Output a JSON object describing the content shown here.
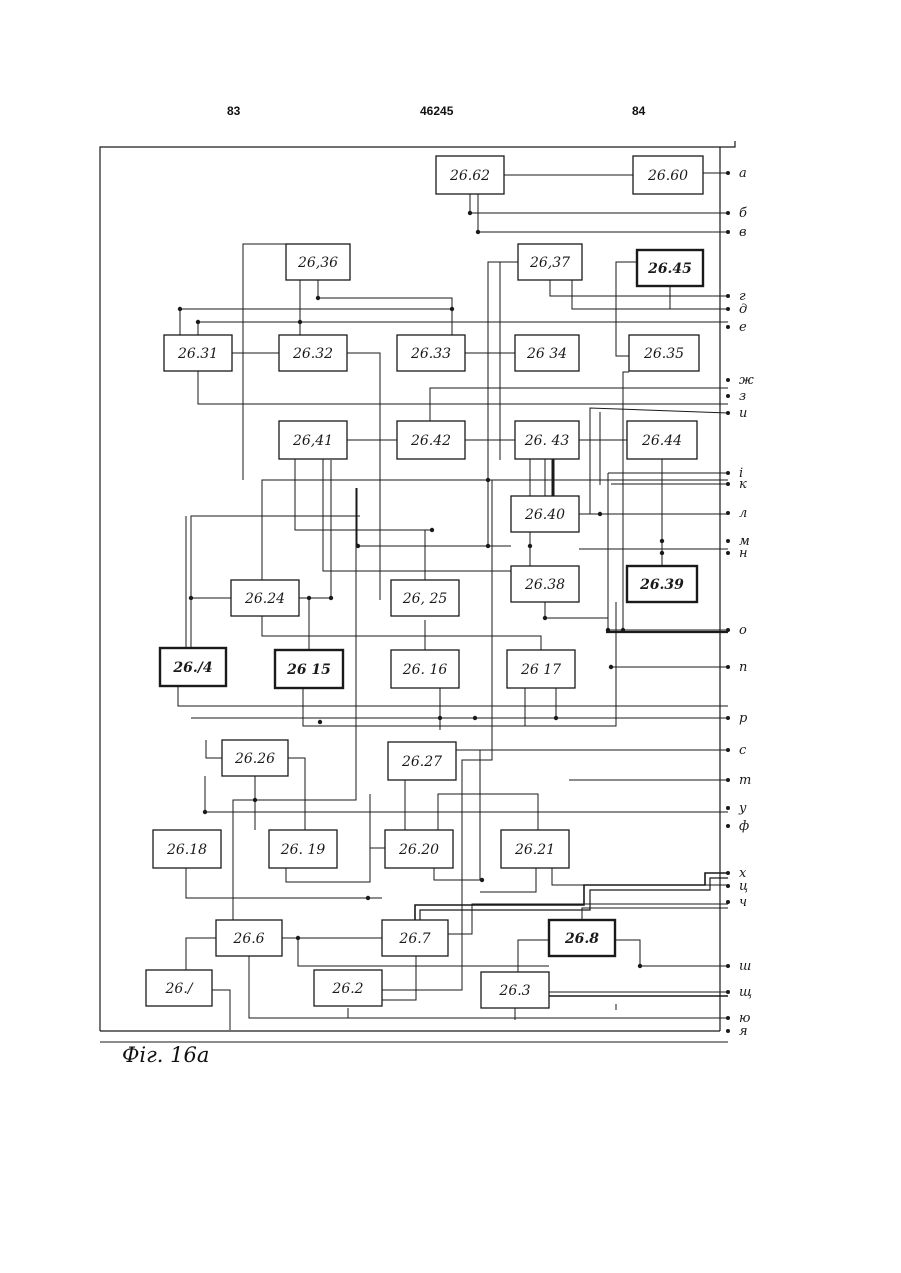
{
  "header": {
    "left_page": "83",
    "doc_number": "46245",
    "right_page": "84"
  },
  "caption": "Фіг. 16а",
  "blocks": [
    {
      "id": "b62",
      "label": "26.62"
    },
    {
      "id": "b60",
      "label": "26.60"
    },
    {
      "id": "b36",
      "label": "26,36"
    },
    {
      "id": "b37",
      "label": "26,37"
    },
    {
      "id": "b45",
      "label": "26.45",
      "bold": true
    },
    {
      "id": "b31",
      "label": "26.31"
    },
    {
      "id": "b32",
      "label": "26.32"
    },
    {
      "id": "b33",
      "label": "26.33"
    },
    {
      "id": "b34",
      "label": "26 34"
    },
    {
      "id": "b35",
      "label": "26.35"
    },
    {
      "id": "b41",
      "label": "26,41"
    },
    {
      "id": "b42",
      "label": "26.42"
    },
    {
      "id": "b43",
      "label": "26. 43"
    },
    {
      "id": "b44",
      "label": "26.44"
    },
    {
      "id": "b40",
      "label": "26.40"
    },
    {
      "id": "b38",
      "label": "26.38"
    },
    {
      "id": "b39",
      "label": "26.39",
      "bold": true
    },
    {
      "id": "b24",
      "label": "26.24"
    },
    {
      "id": "b25",
      "label": "26, 25"
    },
    {
      "id": "b14",
      "label": "26./4",
      "bold": true
    },
    {
      "id": "b15",
      "label": "26 15",
      "bold": true
    },
    {
      "id": "b16",
      "label": "26. 16"
    },
    {
      "id": "b17",
      "label": "26 17"
    },
    {
      "id": "b26",
      "label": "26.26"
    },
    {
      "id": "b27",
      "label": "26.27"
    },
    {
      "id": "b18",
      "label": "26.18"
    },
    {
      "id": "b19",
      "label": "26. 19"
    },
    {
      "id": "b20",
      "label": "26.20"
    },
    {
      "id": "b21",
      "label": "26.21"
    },
    {
      "id": "b6",
      "label": "26.6"
    },
    {
      "id": "b7",
      "label": "26.7"
    },
    {
      "id": "b8",
      "label": "26.8",
      "bold": true
    },
    {
      "id": "b1",
      "label": "26./"
    },
    {
      "id": "b2",
      "label": "26.2"
    },
    {
      "id": "b3",
      "label": "26.3"
    }
  ],
  "terminals": [
    {
      "id": "t_a",
      "label": "а"
    },
    {
      "id": "t_b",
      "label": "б"
    },
    {
      "id": "t_v",
      "label": "в"
    },
    {
      "id": "t_g",
      "label": "г"
    },
    {
      "id": "t_d",
      "label": "д"
    },
    {
      "id": "t_e",
      "label": "е"
    },
    {
      "id": "t_zh",
      "label": "ж"
    },
    {
      "id": "t_z",
      "label": "з"
    },
    {
      "id": "t_i",
      "label": "и"
    },
    {
      "id": "t_ii",
      "label": "і"
    },
    {
      "id": "t_k",
      "label": "к"
    },
    {
      "id": "t_l",
      "label": "л"
    },
    {
      "id": "t_m",
      "label": "м"
    },
    {
      "id": "t_n",
      "label": "н"
    },
    {
      "id": "t_o",
      "label": "о"
    },
    {
      "id": "t_p",
      "label": "п"
    },
    {
      "id": "t_r",
      "label": "р"
    },
    {
      "id": "t_s",
      "label": "с"
    },
    {
      "id": "t_t",
      "label": "т"
    },
    {
      "id": "t_u",
      "label": "у"
    },
    {
      "id": "t_f",
      "label": "ф"
    },
    {
      "id": "t_kh",
      "label": "х"
    },
    {
      "id": "t_ts",
      "label": "ц"
    },
    {
      "id": "t_ch",
      "label": "ч"
    },
    {
      "id": "t_sh",
      "label": "ш"
    },
    {
      "id": "t_shch",
      "label": "щ"
    },
    {
      "id": "t_yu",
      "label": "ю"
    },
    {
      "id": "t_ya",
      "label": "я"
    }
  ]
}
